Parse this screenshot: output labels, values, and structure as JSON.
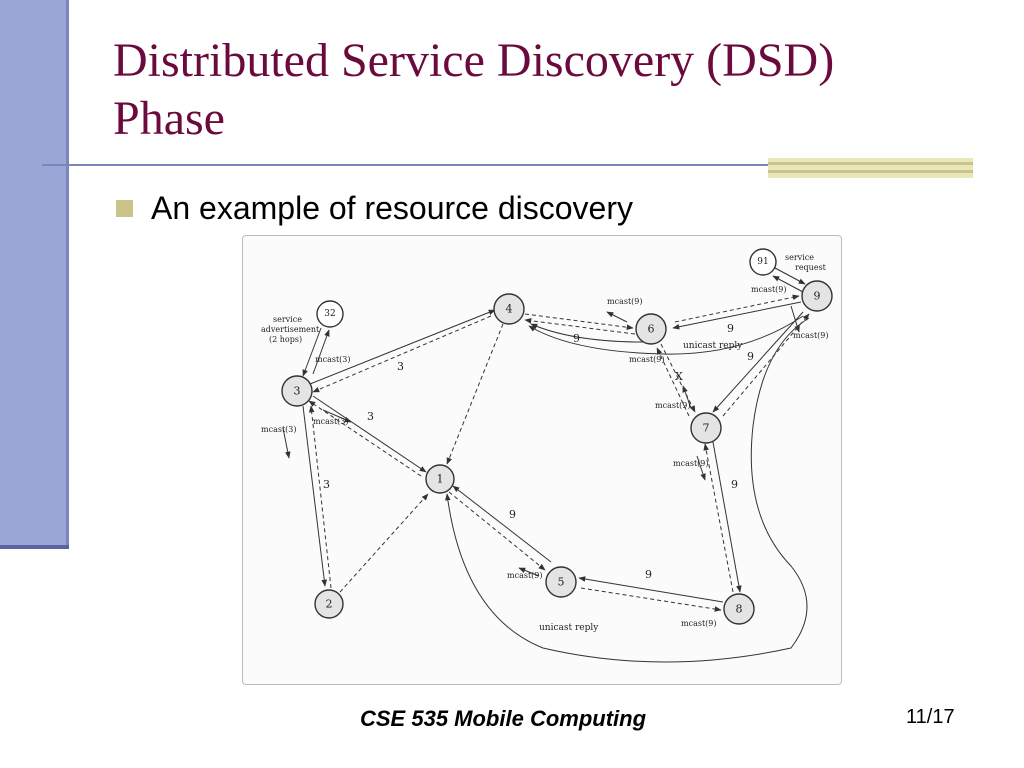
{
  "slide": {
    "title_line1": "Distributed Service Discovery (DSD)",
    "title_line2": "Phase",
    "bullet": "An example of resource discovery",
    "footer": "CSE 535 Mobile Computing",
    "page_number": "11/17"
  },
  "colors": {
    "title": "#6b0a3c",
    "side_bar": "#9aa6d6",
    "accent": "#c8c48a"
  },
  "diagram": {
    "nodes": [
      {
        "id": "1",
        "label": "1"
      },
      {
        "id": "2",
        "label": "2"
      },
      {
        "id": "3",
        "label": "3"
      },
      {
        "id": "4",
        "label": "4"
      },
      {
        "id": "5",
        "label": "5"
      },
      {
        "id": "6",
        "label": "6"
      },
      {
        "id": "7",
        "label": "7"
      },
      {
        "id": "8",
        "label": "8"
      },
      {
        "id": "9",
        "label": "9"
      },
      {
        "id": "32",
        "label": "32"
      },
      {
        "id": "91",
        "label": "91"
      }
    ],
    "annotations": {
      "service_advertisement": [
        "service",
        "advertisement",
        "(2 hops)"
      ],
      "service_request": [
        "service",
        "request"
      ],
      "unicast_reply_top": "unicast reply",
      "unicast_reply_bottom": "unicast reply",
      "link_broken": "X",
      "mcast_3_a": "mcast(3)",
      "mcast_3_b": "mcast(3)",
      "mcast_3_c": "mcast(3)",
      "mcast_9_near6": "mcast(9)",
      "mcast_9_near9_top": "mcast(9)",
      "mcast_9_near9_right": "mcast(9)",
      "mcast_9_below6": "mcast(9)",
      "mcast_9_above7": "mcast(9)",
      "mcast_9_below7": "mcast(9)",
      "mcast_9_near5": "mcast(9)",
      "mcast_9_near8": "mcast(9)",
      "hop_3_a": "3",
      "hop_3_b": "3",
      "hop_3_c": "3",
      "hop_9_a": "9",
      "hop_9_b": "9",
      "hop_9_c": "9",
      "hop_9_d": "9",
      "hop_9_e": "9",
      "hop_9_f": "9"
    }
  }
}
